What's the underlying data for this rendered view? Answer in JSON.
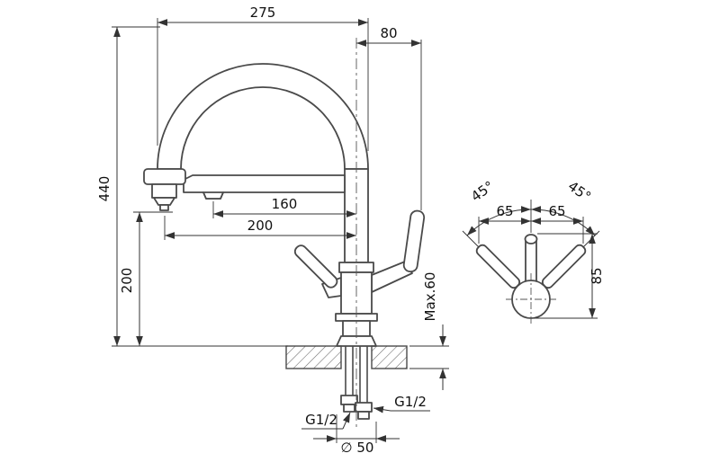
{
  "front_view": {
    "width_top": "275",
    "offset_top": "80",
    "height_total": "440",
    "height_outlet": "200",
    "reach_aerator": "160",
    "reach_spray": "200",
    "mount_max": "Max.60",
    "thread_left": "G1/2",
    "thread_right": "G1/2",
    "base_diameter": "∅ 50"
  },
  "detail_view": {
    "angle_left": "45°",
    "angle_right": "45°",
    "spacing_left": "65",
    "spacing_right": "65",
    "height": "85"
  },
  "colors": {
    "line": "#4a4a4a",
    "dimension": "#333333",
    "text": "#111111",
    "background": "#ffffff"
  }
}
